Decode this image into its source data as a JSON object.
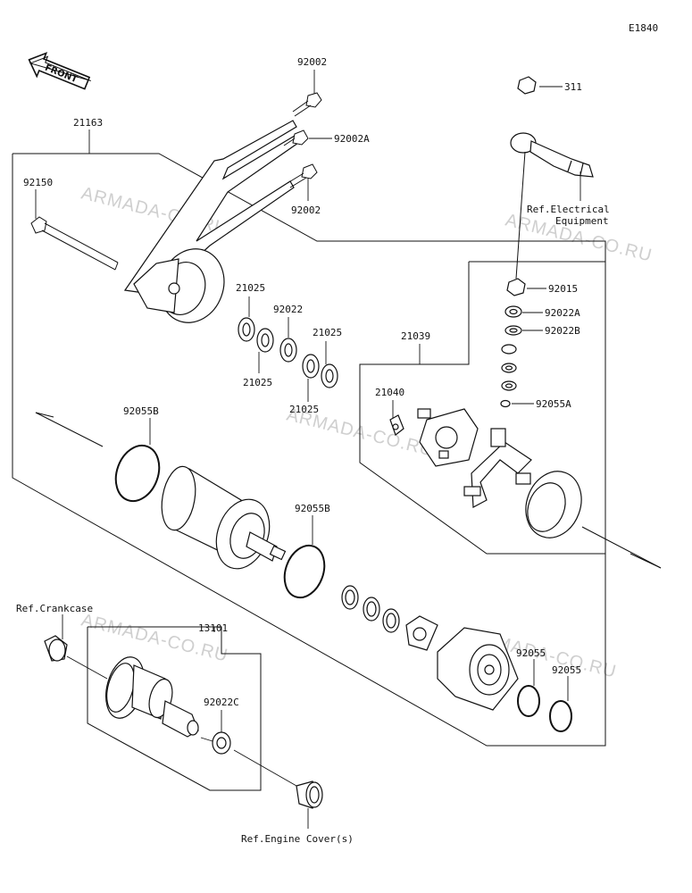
{
  "diagram_code": "E1840",
  "front_label": "FRONT",
  "watermark": "ARMADA-CO.RU",
  "colors": {
    "line": "#111111",
    "watermark": "#cfcfcf",
    "background": "#ffffff"
  },
  "labels": {
    "l92002_top": "92002",
    "l92002a": "92002A",
    "l92002_mid": "92002",
    "l21163": "21163",
    "l92150": "92150",
    "l311": "311",
    "ref_electrical_1": "Ref.Electrical",
    "ref_electrical_2": "Equipment",
    "l92015": "92015",
    "l92022a": "92022A",
    "l92022b": "92022B",
    "l92055a": "92055A",
    "l21025_a": "21025",
    "l92022": "92022",
    "l21025_b": "21025",
    "l21025_c": "21025",
    "l21025_d": "21025",
    "l21039": "21039",
    "l21040": "21040",
    "l92055b_a": "92055B",
    "l92055b_b": "92055B",
    "ref_crankcase": "Ref.Crankcase",
    "l13101": "13101",
    "l92022c": "92022C",
    "l92055_a": "92055",
    "l92055_b": "92055",
    "ref_engine_cover": "Ref.Engine Cover(s)"
  }
}
